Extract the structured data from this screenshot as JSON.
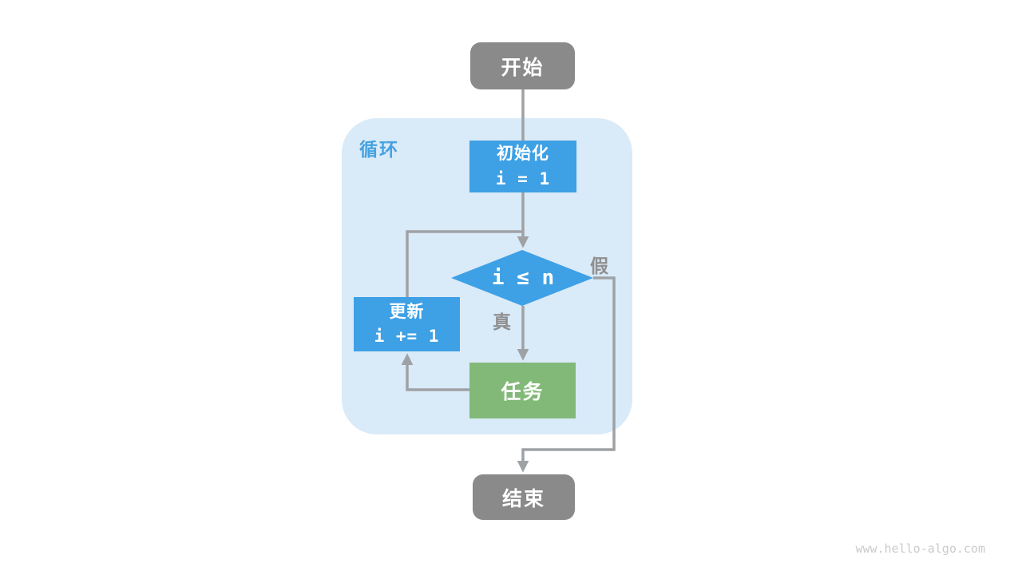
{
  "page": {
    "watermark": "www.hello-algo.com",
    "background": "#ffffff"
  },
  "colors": {
    "terminal_gray": "#8a8a8a",
    "process_blue": "#3ea0e5",
    "task_green": "#82b978",
    "loop_container_blue": "#d9eaf8",
    "loop_label_blue": "#46a2e0",
    "edge_gray": "#9fa2a5",
    "branch_label_gray": "#8f8f8f",
    "watermark_gray": "#cbcbcb",
    "node_text": "#ffffff"
  },
  "flowchart": {
    "loop_region_label": "循环",
    "nodes": {
      "start": {
        "label": "开始",
        "shape": "terminal"
      },
      "init": {
        "line1": "初始化",
        "line2": "i = 1",
        "shape": "process"
      },
      "condition": {
        "label": "i ≤ n",
        "shape": "diamond"
      },
      "update": {
        "line1": "更新",
        "line2": "i += 1",
        "shape": "process"
      },
      "task": {
        "label": "任务",
        "shape": "process"
      },
      "end": {
        "label": "结束",
        "shape": "terminal"
      }
    },
    "branch_labels": {
      "true": "真",
      "false": "假"
    },
    "edges": [
      {
        "from": "start",
        "to": "init"
      },
      {
        "from": "init",
        "to": "condition"
      },
      {
        "from": "condition",
        "to": "task",
        "label": "真"
      },
      {
        "from": "task",
        "to": "update"
      },
      {
        "from": "update",
        "to": "condition"
      },
      {
        "from": "condition",
        "to": "end",
        "label": "假"
      }
    ]
  }
}
